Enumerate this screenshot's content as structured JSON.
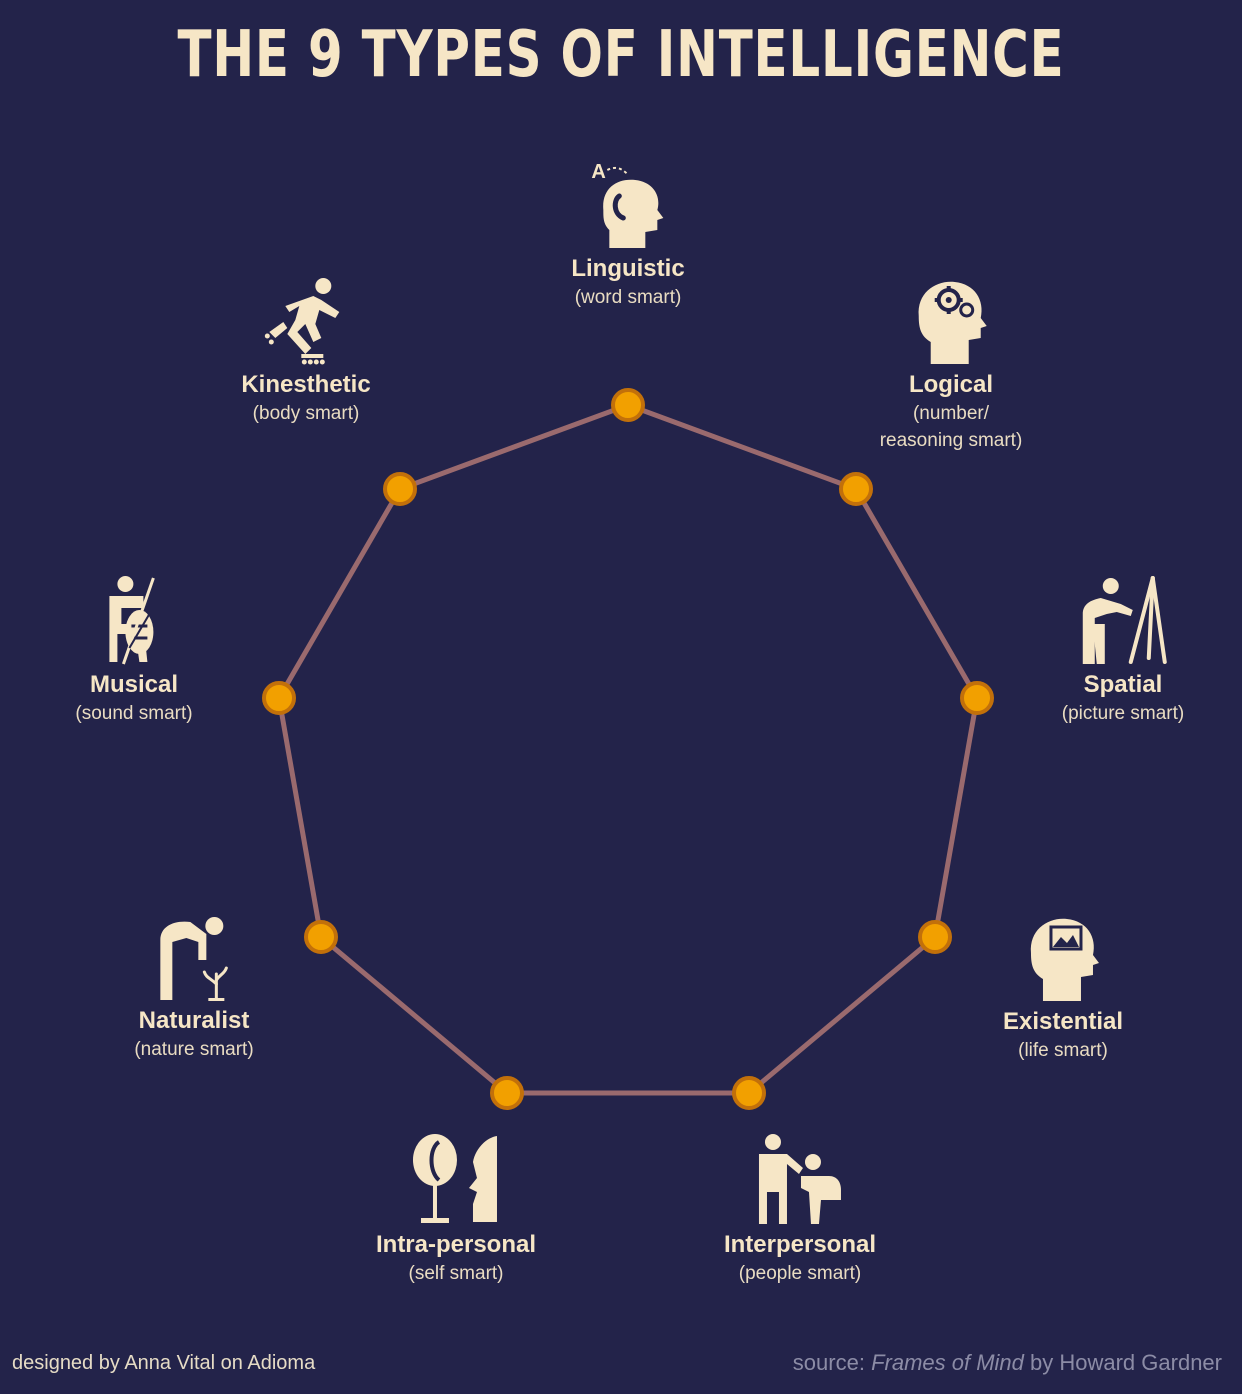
{
  "title": "THE 9 TYPES OF INTELLIGENCE",
  "colors": {
    "background": "#23234a",
    "text": "#f6e6c6",
    "edge": "#9a6a6e",
    "node": "#f2a000",
    "node_ring": "#c2700a"
  },
  "types": [
    {
      "name": "Linguistic",
      "sub": "(word smart)",
      "icon": "head-letter-icon"
    },
    {
      "name": "Logical",
      "sub_lines": [
        "(number/",
        "reasoning smart)"
      ],
      "icon": "head-gears-icon"
    },
    {
      "name": "Spatial",
      "sub": "(picture smart)",
      "icon": "painter-easel-icon"
    },
    {
      "name": "Existential",
      "sub": "(life smart)",
      "icon": "head-picture-icon"
    },
    {
      "name": "Interpersonal",
      "sub": "(people smart)",
      "icon": "two-people-icon"
    },
    {
      "name": "Intra-personal",
      "sub": "(self smart)",
      "icon": "mirror-face-icon"
    },
    {
      "name": "Naturalist",
      "sub": "(nature smart)",
      "icon": "person-plant-icon"
    },
    {
      "name": "Musical",
      "sub": "(sound smart)",
      "icon": "cellist-icon"
    },
    {
      "name": "Kinesthetic",
      "sub": "(body smart)",
      "icon": "skater-icon"
    }
  ],
  "footer": {
    "credit": "designed by Anna Vital on Adioma",
    "source_prefix": "source:",
    "source_title": "Frames of Mind",
    "source_suffix": "by Howard Gardner"
  }
}
